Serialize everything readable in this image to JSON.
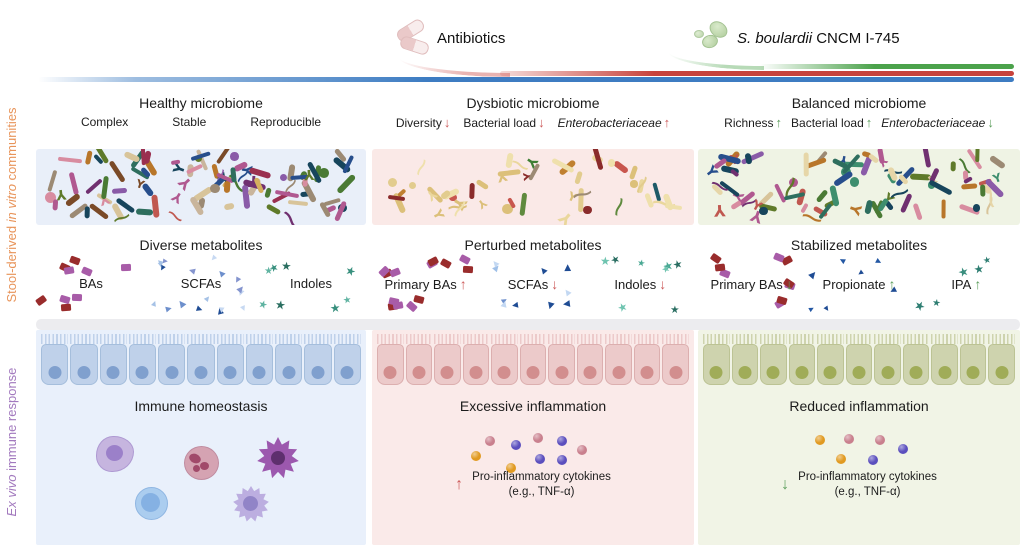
{
  "header": {
    "antibiotics": {
      "label": "Antibiotics"
    },
    "sboulardii": {
      "italic": "S. boulardii",
      "rest": " CNCM I-745"
    }
  },
  "sidebar": {
    "stool": {
      "pre": "Stool-derived ",
      "italic": "in vitro",
      "post": " communities",
      "color": "#E8945A"
    },
    "exvivo": {
      "italic": "Ex vivo",
      "post": " immune response",
      "color": "#A279BE"
    }
  },
  "timeline": {
    "blue": "#3D7CC2",
    "red": "#C7423B",
    "green": "#4BA24B"
  },
  "arrows": {
    "up": "↑",
    "down": "↓",
    "red": "#CD5B5B",
    "green": "#5C9E5C"
  },
  "cytokine_colors": {
    "pink": "#C9808E",
    "purple": "#5B4FBE",
    "orange": "#E19A21"
  },
  "immune_cells": {
    "macrophage": {
      "body": "#C6B5DF",
      "nucleus": "#9B80C9"
    },
    "neutrophil": {
      "body": "#D5A3B2",
      "nucleus": "#A14A6A"
    },
    "dendritic": {
      "body": "#9C58AE",
      "nucleus": "#5E2F6E"
    },
    "lymphocyte": {
      "body": "#ABCDEF",
      "nucleus": "#85B1E3"
    },
    "dendritic2": {
      "body": "#BCAEE0",
      "nucleus": "#9184C7"
    }
  },
  "columns": [
    {
      "key": "healthy",
      "microbiome": {
        "title": "Healthy microbiome",
        "stats": [
          {
            "label": "Complex"
          },
          {
            "label": "Stable"
          },
          {
            "label": "Reproducible"
          }
        ]
      },
      "community_panel": {
        "bg": "#E9EFF9",
        "count": 95,
        "pale_ratio": 0.1,
        "pale": [
          "#D8C49A",
          "#C9B59C"
        ],
        "main": [
          "#8A5BA8",
          "#C05850",
          "#B8762A",
          "#2E6E5E",
          "#9A3050",
          "#4A7A34",
          "#274E8C",
          "#7A4A28",
          "#B05890",
          "#5F7A2A",
          "#9C8A74",
          "#D88CA0",
          "#17455C",
          "#D4AE5E",
          "#703070"
        ]
      },
      "metabolites": {
        "title": "Diverse metabolites",
        "groups": [
          {
            "label": "BAs",
            "shape": "rect",
            "count": 9,
            "colors": [
              "#992C2C",
              "#A85CA8"
            ]
          },
          {
            "label": "SCFAs",
            "shape": "triangle",
            "count": 18,
            "colors": [
              "#1F4C94",
              "#6D8FCC",
              "#A6C2E6",
              "#C7D9F2",
              "#8494CE"
            ]
          },
          {
            "label": "Indoles",
            "shape": "star",
            "count": 8,
            "colors": [
              "#38907E",
              "#5FB3A1",
              "#2A6E60"
            ]
          }
        ]
      },
      "epithelium": {
        "cell": "#BFD1EA",
        "border": "#A5BEDC",
        "nucleus": "#80A0CE"
      },
      "immune": {
        "title": "Immune homeostasis",
        "type": "cells",
        "panel_bg": "#E9F0FB"
      }
    },
    {
      "key": "dysbiotic",
      "accent": "red",
      "microbiome": {
        "title": "Dysbiotic microbiome",
        "stats": [
          {
            "label": "Diversity",
            "arrow": "down"
          },
          {
            "label": "Bacterial load",
            "arrow": "down"
          },
          {
            "label": "Enterobacteriaceae",
            "italic": true,
            "arrow": "up"
          }
        ]
      },
      "community_panel": {
        "bg": "#FAE9E7",
        "count": 50,
        "pale_ratio": 0.6,
        "pale": [
          "#EFE0AC",
          "#EAD79C",
          "#E2CC8E",
          "#DCC07A"
        ],
        "main": [
          "#C8564E",
          "#5F8A3E",
          "#7A4A30",
          "#1E5A68",
          "#8A2B2B",
          "#C08030",
          "#3E7E34",
          "#9C8A74"
        ]
      },
      "metabolites": {
        "title": "Perturbed metabolites",
        "groups": [
          {
            "label": "Primary BAs",
            "arrow": "up",
            "shape": "rect",
            "count": 13,
            "colors": [
              "#992C2C",
              "#A85CA8"
            ]
          },
          {
            "label": "SCFAs",
            "arrow": "down",
            "shape": "triangle",
            "count": 10,
            "colors": [
              "#9FC0E8",
              "#C3D8F2",
              "#1F4C94",
              "#6D8FCC"
            ]
          },
          {
            "label": "Indoles",
            "arrow": "down",
            "shape": "star",
            "count": 8,
            "colors": [
              "#49A893",
              "#2A6E62",
              "#6FC4B0"
            ]
          }
        ]
      },
      "epithelium": {
        "cell": "#ECCACA",
        "border": "#DCAFAF",
        "nucleus": "#D28E8E"
      },
      "immune": {
        "title": "Excessive inflammation",
        "type": "cytokines",
        "dots": [
          "pink",
          "purple",
          "pink",
          "purple",
          "pink",
          "orange",
          "purple",
          "purple",
          "orange"
        ],
        "arrow": "up",
        "caption1": "Pro-inflammatory cytokines",
        "caption2": "(e.g., TNF-α)",
        "panel_bg": "#FAEAE9"
      }
    },
    {
      "key": "balanced",
      "accent": "green",
      "microbiome": {
        "title": "Balanced microbiome",
        "stats": [
          {
            "label": "Richness",
            "arrow": "up"
          },
          {
            "label": "Bacterial load",
            "arrow": "up"
          },
          {
            "label": "Enterobacteriaceae",
            "italic": true,
            "arrow": "down"
          }
        ]
      },
      "community_panel": {
        "bg": "#EFF3E4",
        "count": 88,
        "pale_ratio": 0.15,
        "pale": [
          "#E6D6A8",
          "#D8C49A"
        ],
        "main": [
          "#8A5BA8",
          "#C05850",
          "#B8762A",
          "#2E6E5E",
          "#4A7A34",
          "#274E8C",
          "#B05890",
          "#5F7A2A",
          "#9C8A74",
          "#D88CA0",
          "#17455C",
          "#703070",
          "#3E8E6E"
        ]
      },
      "metabolites": {
        "title": "Stabilized metabolites",
        "groups": [
          {
            "label": "Primary BAs",
            "arrow": "down",
            "shape": "rect",
            "count": 9,
            "colors": [
              "#992C2C",
              "#A85CA8"
            ]
          },
          {
            "label": "Propionate",
            "arrow": "up",
            "shape": "triangle",
            "count": 7,
            "colors": [
              "#2458A4",
              "#1F4C94"
            ]
          },
          {
            "label": "IPA",
            "arrow": "up",
            "shape": "star",
            "count": 5,
            "colors": [
              "#2E7E72",
              "#3A8E7E"
            ]
          }
        ]
      },
      "epithelium": {
        "cell": "#CED3AE",
        "border": "#BCC394",
        "nucleus": "#A0AC58"
      },
      "immune": {
        "title": "Reduced inflammation",
        "type": "cytokines",
        "dots": [
          "orange",
          "pink",
          "pink",
          "purple",
          "orange",
          "purple"
        ],
        "arrow": "down",
        "caption1": "Pro-inflammatory cytokines",
        "caption2": "(e.g., TNF-α)",
        "panel_bg": "#F1F4E6"
      }
    }
  ]
}
